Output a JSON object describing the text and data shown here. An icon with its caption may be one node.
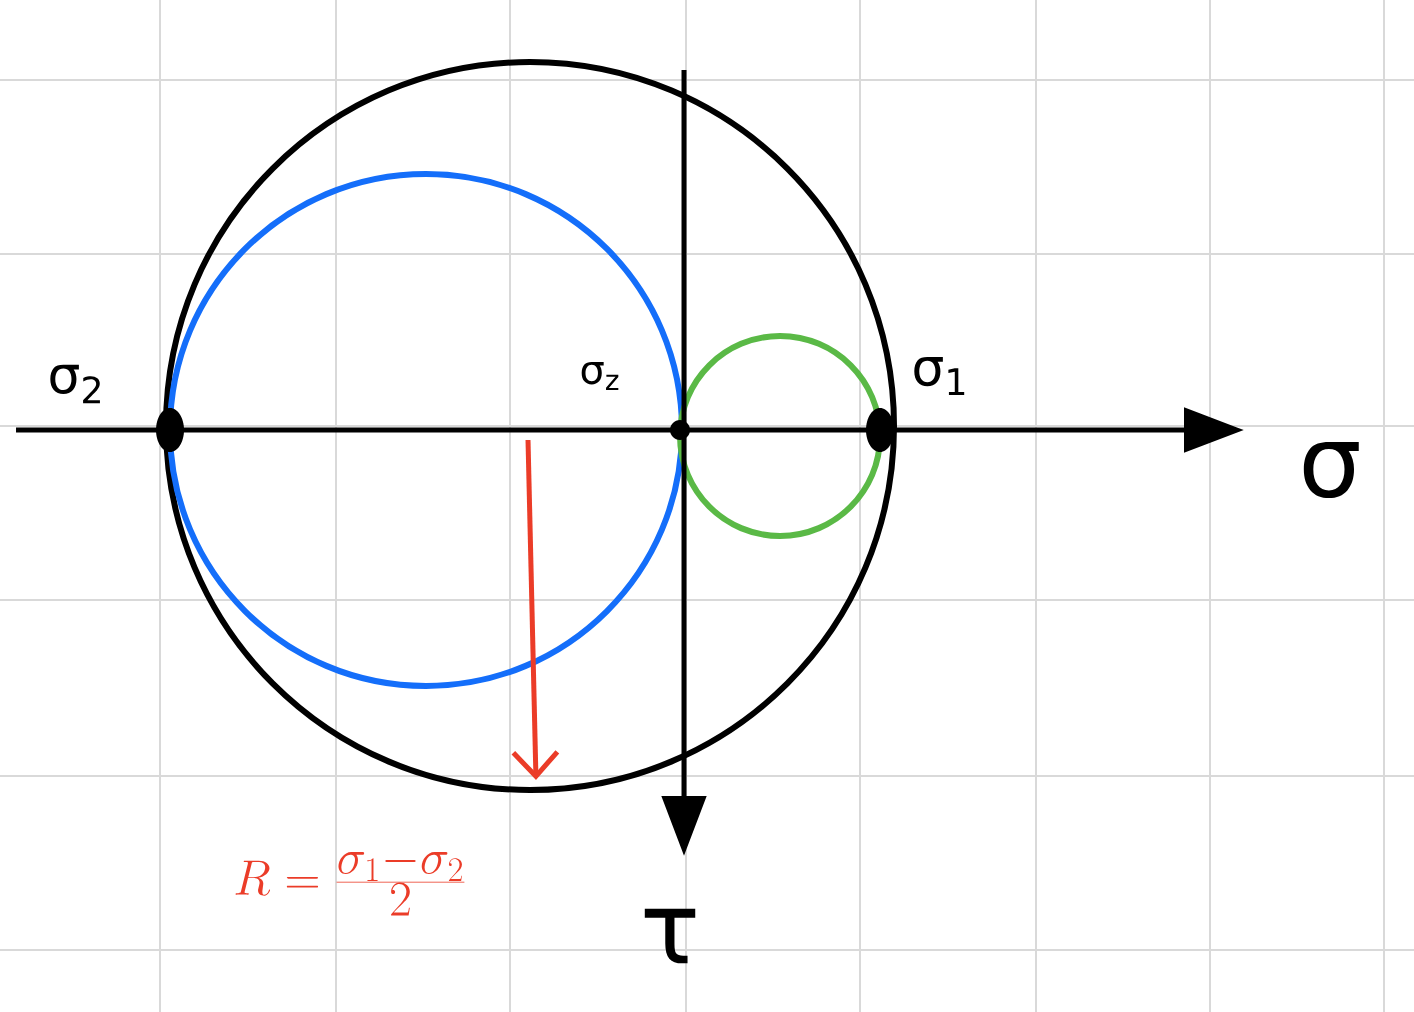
{
  "diagram": {
    "labels": [
      "σ$_{2}$",
      "σ$_{z}$",
      "σ$_{1}$",
      "σ",
      "τ",
      "R=\\frac{\\sigma_1-\\sigma_2}{2}"
    ]
  }
}
